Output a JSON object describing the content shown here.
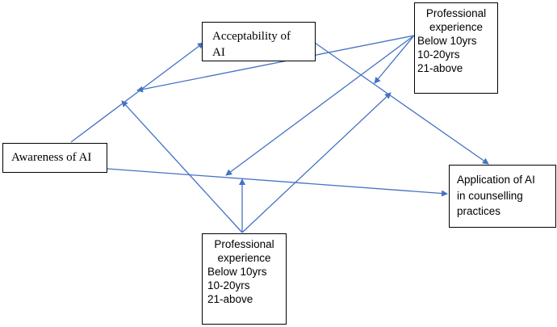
{
  "diagram": {
    "line_color": "#4472c4",
    "nodes": {
      "acceptability": {
        "lines": [
          "Acceptability of",
          "AI"
        ]
      },
      "awareness": {
        "lines": [
          "Awareness of AI"
        ]
      },
      "experience_top": {
        "lines": [
          "Professional",
          "experience",
          "Below 10yrs",
          "10-20yrs",
          "21-above"
        ]
      },
      "experience_bottom": {
        "lines": [
          "Professional",
          "experience",
          "Below 10yrs",
          "10-20yrs",
          "21-above"
        ]
      },
      "application": {
        "lines": [
          "Application of AI",
          "in counselling",
          "practices"
        ]
      }
    }
  }
}
